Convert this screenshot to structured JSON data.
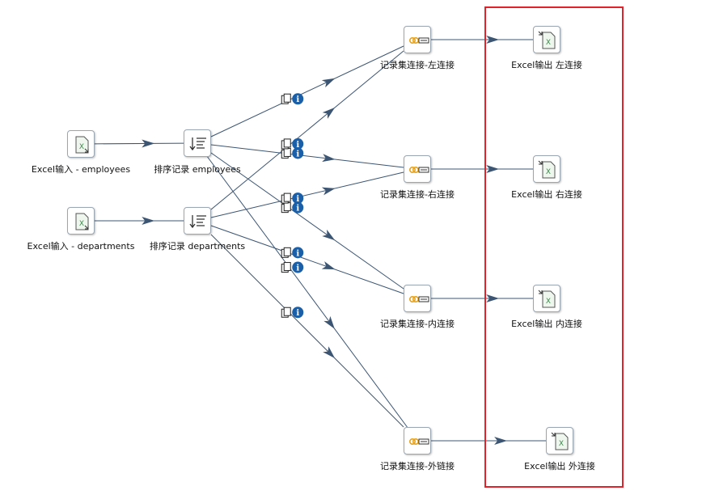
{
  "steps": {
    "excel_in_emp": {
      "label": "Excel输入 - employees",
      "icon": "excel-input-icon"
    },
    "excel_in_dept": {
      "label": "Excel输入 - departments",
      "icon": "excel-input-icon"
    },
    "sort_emp": {
      "label": "排序记录 employees",
      "icon": "sort-rows-icon"
    },
    "sort_dept": {
      "label": "排序记录   departments",
      "icon": "sort-rows-icon"
    },
    "join_left": {
      "label": "记录集连接-左连接",
      "icon": "merge-join-icon"
    },
    "join_right": {
      "label": "记录集连接-右连接",
      "icon": "merge-join-icon"
    },
    "join_inner": {
      "label": "记录集连接-内连接",
      "icon": "merge-join-icon"
    },
    "join_outer": {
      "label": "记录集连接-外链接",
      "icon": "merge-join-icon"
    },
    "out_left": {
      "label": "Excel输出 左连接",
      "icon": "excel-output-icon"
    },
    "out_right": {
      "label": "Excel输出 右连接",
      "icon": "excel-output-icon"
    },
    "out_inner": {
      "label": "Excel输出 内连接",
      "icon": "excel-output-icon"
    },
    "out_outer": {
      "label": "Excel输出 外连接",
      "icon": "excel-output-icon"
    }
  },
  "hops": [
    {
      "from": "excel_in_emp",
      "to": "sort_emp"
    },
    {
      "from": "excel_in_dept",
      "to": "sort_dept"
    },
    {
      "from": "sort_emp",
      "to": "join_left",
      "badge": "copy-info"
    },
    {
      "from": "sort_emp",
      "to": "join_right",
      "badge": "copy-info"
    },
    {
      "from": "sort_emp",
      "to": "join_inner",
      "badge": "copy-info"
    },
    {
      "from": "sort_emp",
      "to": "join_outer",
      "badge": "copy-info"
    },
    {
      "from": "sort_dept",
      "to": "join_left",
      "badge": "copy-info"
    },
    {
      "from": "sort_dept",
      "to": "join_right",
      "badge": "copy-info"
    },
    {
      "from": "sort_dept",
      "to": "join_inner",
      "badge": "copy-info"
    },
    {
      "from": "sort_dept",
      "to": "join_outer",
      "badge": "copy-info"
    },
    {
      "from": "join_left",
      "to": "out_left"
    },
    {
      "from": "join_right",
      "to": "out_right"
    },
    {
      "from": "join_inner",
      "to": "out_inner"
    },
    {
      "from": "join_outer",
      "to": "out_outer"
    }
  ],
  "colors": {
    "hop": "#3b5573",
    "highlight_border": "#e0222a",
    "info_badge": "#1a5fa8",
    "join_accent": "#e8a31c",
    "excel_green": "#3d8a4a"
  }
}
